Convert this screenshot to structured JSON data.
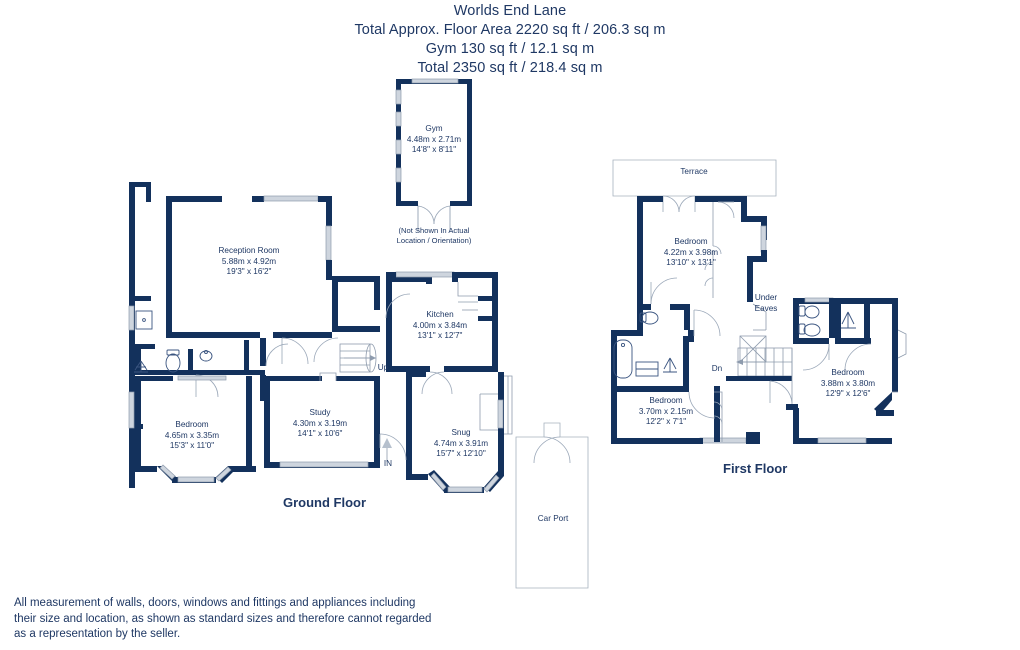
{
  "header": {
    "title": "Worlds End Lane",
    "line2": "Total Approx. Floor Area 2220 sq ft / 206.3 sq m",
    "line3": "Gym 130 sq ft / 12.1 sq m",
    "line4": "Total 2350 sq ft / 218.4 sq m"
  },
  "colors": {
    "wall": "#13315c",
    "text": "#1f3864",
    "glazing": "#c3cbd6",
    "thin_line": "#9aa7b8"
  },
  "floors": [
    {
      "id": "ground",
      "label": "Ground Floor"
    },
    {
      "id": "first",
      "label": "First Floor"
    }
  ],
  "gym": {
    "name": "Gym",
    "metric": "4.48m x 2.71m",
    "imperial": "14'8\" x 8'11\"",
    "note_line1": "(Not Shown In Actual",
    "note_line2": "Location / Orientation)"
  },
  "ground_floor_rooms": [
    {
      "name": "Reception Room",
      "metric": "5.88m x 4.92m",
      "imperial": "19'3\" x 16'2\""
    },
    {
      "name": "Kitchen",
      "metric": "4.00m x 3.84m",
      "imperial": "13'1\" x 12'7\""
    },
    {
      "name": "Bedroom",
      "metric": "4.65m x 3.35m",
      "imperial": "15'3\" x 11'0\""
    },
    {
      "name": "Study",
      "metric": "4.30m x 3.19m",
      "imperial": "14'1\" x 10'6\""
    },
    {
      "name": "Snug",
      "metric": "4.74m x 3.91m",
      "imperial": "15'7\" x 12'10\""
    },
    {
      "name": "Car Port",
      "metric": "",
      "imperial": ""
    }
  ],
  "ground_floor_markers": [
    {
      "label": "Up"
    },
    {
      "label": "IN"
    }
  ],
  "first_floor_rooms": [
    {
      "name": "Terrace",
      "metric": "",
      "imperial": ""
    },
    {
      "name": "Bedroom",
      "metric": "4.22m x 3.98m",
      "imperial": "13'10\" x 13'1\""
    },
    {
      "name": "Bedroom",
      "metric": "3.70m x 2.15m",
      "imperial": "12'2\" x 7'1\""
    },
    {
      "name": "Bedroom",
      "metric": "3.88m x 3.80m",
      "imperial": "12'9\" x 12'6\""
    }
  ],
  "first_floor_markers": [
    {
      "label_line1": "Under",
      "label_line2": "Eaves"
    },
    {
      "label": "Dn"
    }
  ],
  "disclaimer": "All measurement of walls, doors, windows and fittings and appliances including their size and location, as shown as standard sizes and therefore cannot regarded as a representation by the seller."
}
